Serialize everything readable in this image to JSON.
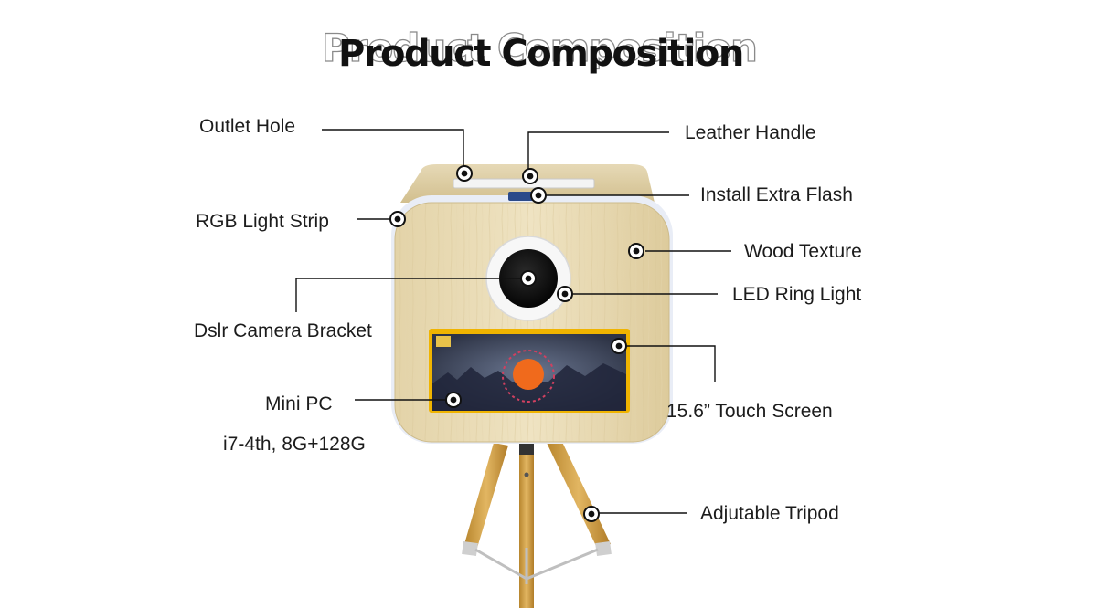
{
  "title": "Product Composition",
  "labels": {
    "outlet_hole": "Outlet Hole",
    "rgb_light_strip": "RGB Light Strip",
    "dslr_camera_bracket": "Dslr Camera Bracket",
    "mini_pc": "Mini PC",
    "mini_pc_spec": "i7-4th, 8G+128G",
    "leather_handle": "Leather Handle",
    "install_extra_flash": "Install Extra Flash",
    "wood_texture": "Wood Texture",
    "led_ring_light": "LED Ring Light",
    "touch_screen": "15.6” Touch Screen",
    "adjustable_tripod": "Adjutable Tripod"
  },
  "colors": {
    "wood_light": "#e9dcb8",
    "wood_dark": "#d6c495",
    "frame_glow": "#e8ecf4",
    "screen_border": "#f0b400",
    "tripod_leg": "#d4a24a",
    "callout_line": "#111111"
  }
}
